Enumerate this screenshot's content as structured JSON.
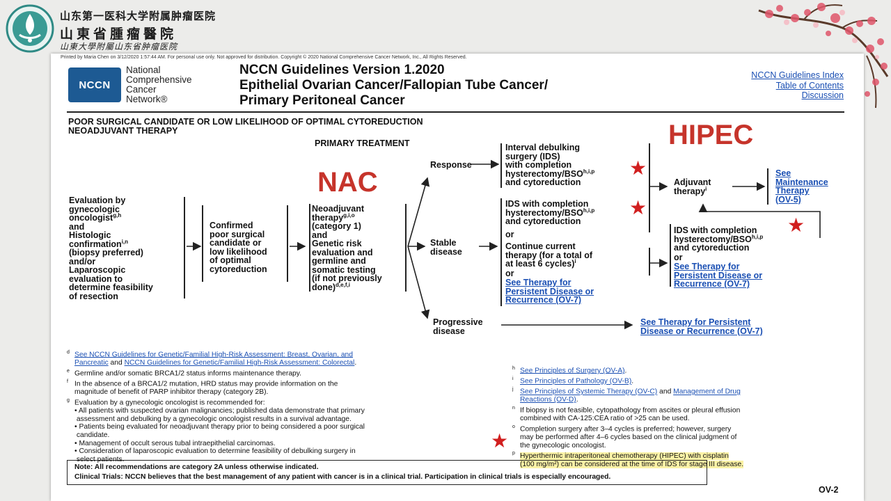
{
  "hospital": {
    "name_line1": "山东第一医科大学附属肿瘤医院",
    "name_line2": "山東省腫瘤醫院",
    "name_line3": "山東大學附屬山东省肿瘤医院"
  },
  "printed_notice": "Printed by Maria Chen on 3/12/2020 1:57:44 AM. For personal use only. Not approved for distribution. Copyright © 2020 National Comprehensive Cancer Network, Inc., All Rights Reserved.",
  "nccn_badge": "NCCN",
  "nccn_org": [
    "National",
    "Comprehensive",
    "Cancer",
    "Network®"
  ],
  "guideline_title": [
    "NCCN Guidelines Version 1.2020",
    "Epithelial Ovarian Cancer/Fallopian Tube Cancer/",
    "Primary Peritoneal Cancer"
  ],
  "header_links": [
    "NCCN Guidelines Index",
    "Table of Contents",
    "Discussion"
  ],
  "subheading": [
    "POOR SURGICAL CANDIDATE OR LOW LIKELIHOOD OF OPTIMAL CYTOREDUCTION",
    "NEOADJUVANT THERAPY"
  ],
  "primary_treatment_label": "PRIMARY TREATMENT",
  "annotations": {
    "nac": "NAC",
    "hipec": "HIPEC"
  },
  "flow": {
    "evaluation": [
      "Evaluation by",
      "gynecologic",
      "oncologist",
      "and",
      "Histologic",
      "confirmation",
      "(biopsy preferred)",
      "and/or",
      "Laparoscopic",
      "evaluation to",
      "determine feasibility",
      "of resection"
    ],
    "evaluation_sup": [
      "g,h",
      "i,n"
    ],
    "confirmed": [
      "Confirmed",
      "poor surgical",
      "candidate or",
      "low likelihood",
      "of optimal",
      "cytoreduction"
    ],
    "neoadjuvant": [
      "Neoadjuvant",
      "therapy",
      "(category 1)",
      "and",
      "Genetic risk",
      "evaluation and",
      "germline and",
      "somatic testing",
      "(if not previously",
      "done)"
    ],
    "neoadjuvant_sup": [
      "g,i,o",
      "d,e,f,i"
    ],
    "response": "Response",
    "stable": [
      "Stable",
      "disease"
    ],
    "progressive": [
      "Progressive",
      "disease"
    ],
    "interval": [
      "Interval debulking",
      "surgery (IDS)",
      "with completion",
      "hysterectomy/BSO",
      "and cytoreduction"
    ],
    "interval_sup": "h,i,p",
    "ids_stable": [
      "IDS with completion",
      "hysterectomy/BSO",
      "and cytoreduction"
    ],
    "ids_stable_sup": "h,i,p",
    "or1": "or",
    "continue": [
      "Continue current",
      "therapy (for a total of",
      "at least 6 cycles)"
    ],
    "continue_sup": "i",
    "or2": "or",
    "see_persistent_1": [
      "See Therapy for",
      "Persistent Disease or",
      "Recurrence (OV-7)"
    ],
    "adjuvant": [
      "Adjuvant",
      "therapy"
    ],
    "adjuvant_sup": "i",
    "see_maint": [
      "See",
      "Maintenance",
      "Therapy",
      "(OV-5)"
    ],
    "ids_after": [
      "IDS with completion",
      "hysterectomy/BSO",
      "and cytoreduction"
    ],
    "ids_after_sup": "h,i,p",
    "or3": "or",
    "see_persistent_2": [
      "See Therapy for",
      "Persistent Disease or",
      "Recurrence (OV-7)"
    ],
    "see_persistent_3": [
      "See Therapy for Persistent",
      "Disease or Recurrence (OV-7)"
    ]
  },
  "footnotes_left": [
    {
      "key": "d",
      "parts": [
        {
          "link": true,
          "text": "See NCCN Guidelines for Genetic/Familial High-Risk Assessment: Breast, Ovarian, and"
        }
      ]
    },
    {
      "key": "",
      "parts": [
        {
          "link": true,
          "text": "Pancreatic"
        },
        {
          "link": false,
          "text": " and "
        },
        {
          "link": true,
          "text": "NCCN Guidelines for Genetic/Familial High-Risk Assessment: Colorectal"
        },
        {
          "link": false,
          "text": "."
        }
      ]
    },
    {
      "key": "e",
      "parts": [
        {
          "link": false,
          "text": "Germline and/or somatic BRCA1/2 status informs maintenance therapy."
        }
      ]
    },
    {
      "key": "f",
      "parts": [
        {
          "link": false,
          "text": "In the absence of a BRCA1/2 mutation, HRD status may provide information on the"
        }
      ]
    },
    {
      "key": "",
      "parts": [
        {
          "link": false,
          "text": "magnitude of benefit of PARP inhibitor therapy (category 2B)."
        }
      ]
    },
    {
      "key": "g",
      "parts": [
        {
          "link": false,
          "text": "Evaluation by a gynecologic oncologist is recommended for:"
        }
      ]
    },
    {
      "key": "",
      "parts": [
        {
          "link": false,
          "text": "• All patients with suspected ovarian malignancies; published data demonstrate that primary"
        }
      ]
    },
    {
      "key": "",
      "parts": [
        {
          "link": false,
          "text": "   assessment and debulking by a gynecologic oncologist results in a survival advantage."
        }
      ]
    },
    {
      "key": "",
      "parts": [
        {
          "link": false,
          "text": "• Patients being evaluated for neoadjuvant therapy prior to being considered a poor surgical"
        }
      ]
    },
    {
      "key": "",
      "parts": [
        {
          "link": false,
          "text": "   candidate."
        }
      ]
    },
    {
      "key": "",
      "parts": [
        {
          "link": false,
          "text": "• Management of occult serous tubal intraepithelial carcinomas."
        }
      ]
    },
    {
      "key": "",
      "parts": [
        {
          "link": false,
          "text": "• Consideration of laparoscopic evaluation to determine feasibility of debulking surgery in"
        }
      ]
    },
    {
      "key": "",
      "parts": [
        {
          "link": false,
          "text": "   select patients."
        }
      ]
    }
  ],
  "footnotes_right": [
    {
      "key": "h",
      "parts": [
        {
          "link": true,
          "text": "See Principles of Surgery (OV-A)"
        },
        {
          "link": false,
          "text": "."
        }
      ]
    },
    {
      "key": "i",
      "parts": [
        {
          "link": true,
          "text": "See Principles of Pathology (OV-B)"
        },
        {
          "link": false,
          "text": "."
        }
      ]
    },
    {
      "key": "j",
      "parts": [
        {
          "link": true,
          "text": "See Principles of Systemic Therapy (OV-C)"
        },
        {
          "link": false,
          "text": " and "
        },
        {
          "link": true,
          "text": "Management of Drug"
        }
      ]
    },
    {
      "key": "",
      "parts": [
        {
          "link": true,
          "text": "Reactions (OV-D)"
        },
        {
          "link": false,
          "text": "."
        }
      ]
    },
    {
      "key": "n",
      "parts": [
        {
          "link": false,
          "text": "If biopsy is not feasible, cytopathology from ascites or pleural effusion"
        }
      ]
    },
    {
      "key": "",
      "parts": [
        {
          "link": false,
          "text": "combined with CA-125:CEA ratio of >25 can be used."
        }
      ]
    },
    {
      "key": "o",
      "parts": [
        {
          "link": false,
          "text": "Completion surgery after 3–4 cycles is preferred; however, surgery"
        }
      ]
    },
    {
      "key": "",
      "parts": [
        {
          "link": false,
          "text": "may be performed after 4–6 cycles based on the clinical judgment of"
        }
      ]
    },
    {
      "key": "",
      "parts": [
        {
          "link": false,
          "text": "the gynecologic oncologist."
        }
      ]
    },
    {
      "key": "p",
      "parts": [
        {
          "link": false,
          "text": "Hyperthermic intraperitoneal chemotherapy (HIPEC) with cisplatin"
        }
      ]
    },
    {
      "key": "",
      "parts": [
        {
          "link": false,
          "text": "(100 mg/m²) can be considered at the time of IDS for stage III disease."
        }
      ]
    }
  ],
  "note_line1": "Note:  All recommendations are category 2A unless otherwise indicated.",
  "note_line2": "Clinical Trials:  NCCN believes that the best management of any patient with cancer is in a clinical trial.  Participation in clinical trials is especially encouraged.",
  "page_code": "OV-2",
  "colors": {
    "nccn_blue": "#1d5a93",
    "link_blue": "#1a4fb3",
    "annotation_red": "#c6342b",
    "star_red": "#d11f1f",
    "highlight": "#fbf2a6"
  },
  "icons": [
    "hospital-logo-icon",
    "cherry-blossom-decoration",
    "red-star-icon"
  ]
}
